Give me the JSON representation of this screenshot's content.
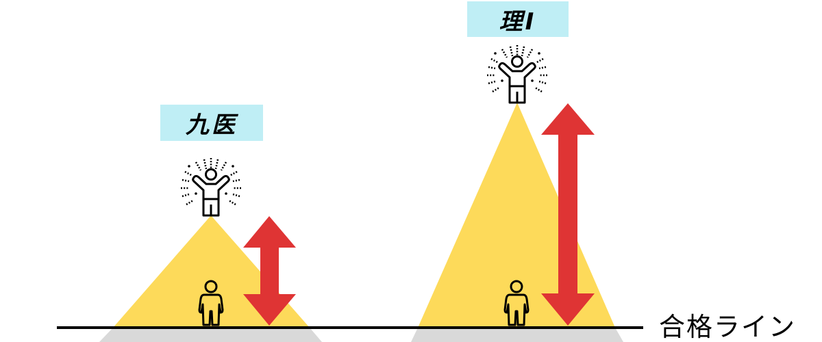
{
  "colors": {
    "mountain_fill": "#fdda5a",
    "shadow_fill": "#d9d9d9",
    "arrow_fill": "#df3434",
    "label_bg": "#bfeef5",
    "baseline": "#000000",
    "figure_stroke": "#000000"
  },
  "baseline": {
    "label": "合格ライン"
  },
  "groups": [
    {
      "id": "kyui",
      "label": "九医",
      "icons": [
        "celebrating-person-icon",
        "standing-person-icon",
        "double-arrow-icon"
      ]
    },
    {
      "id": "ri1",
      "label": "理Ⅰ",
      "icons": [
        "celebrating-person-icon",
        "standing-person-icon",
        "double-arrow-icon"
      ]
    }
  ]
}
